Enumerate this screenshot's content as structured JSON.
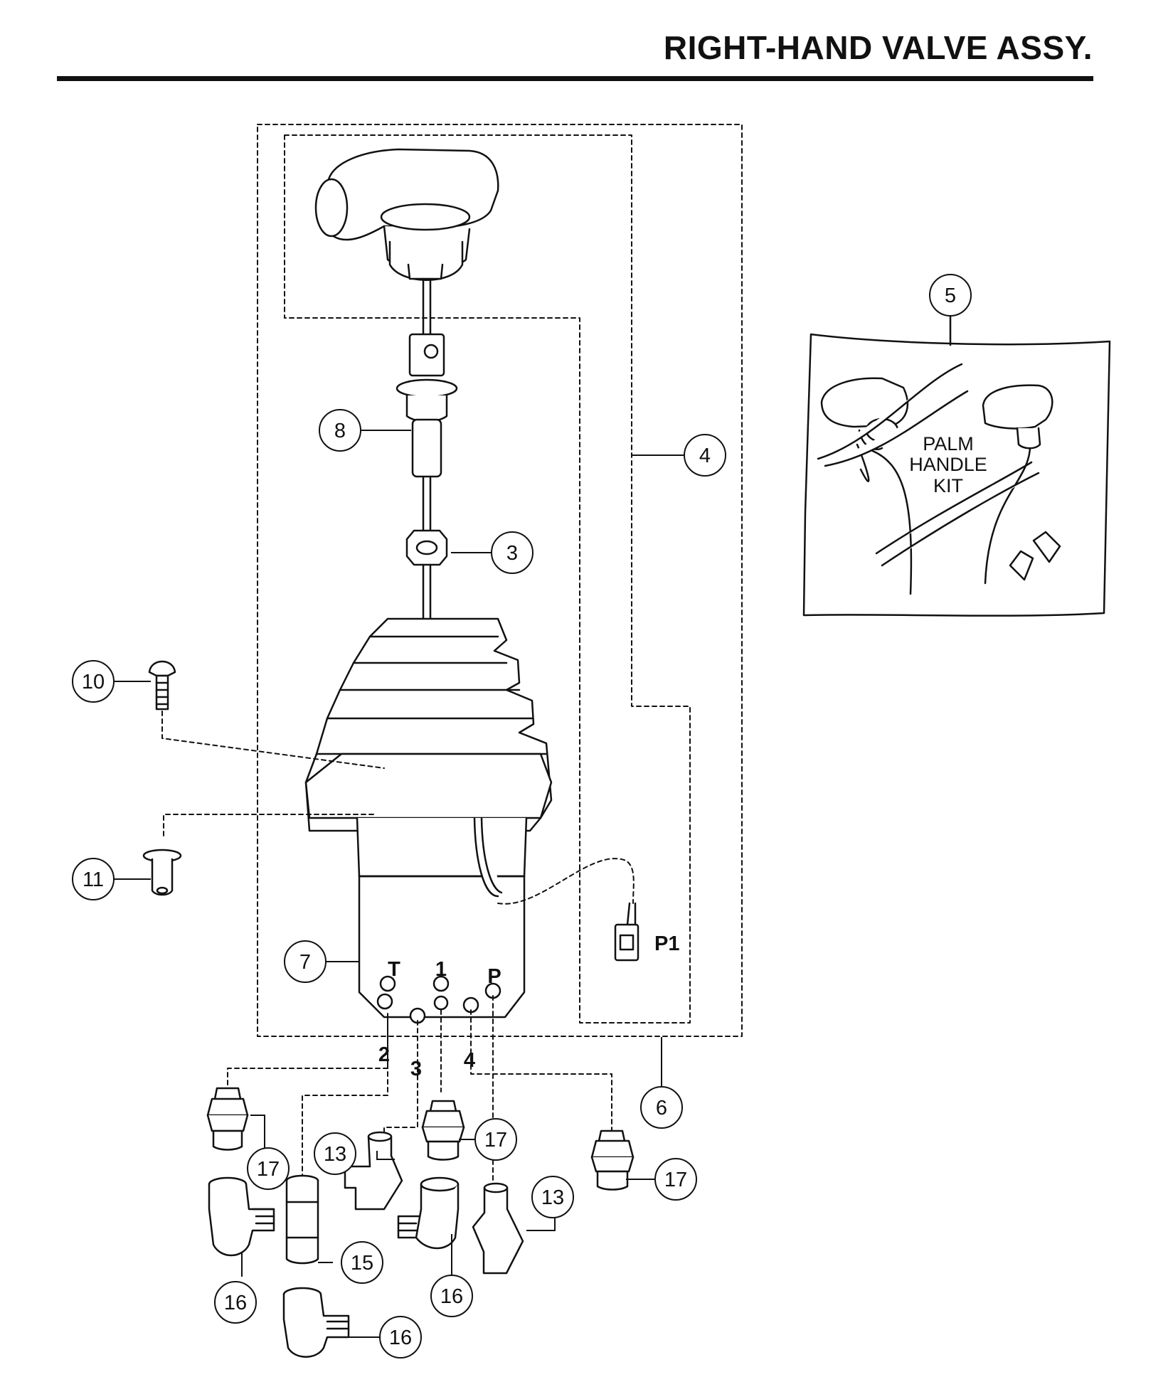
{
  "title": "RIGHT-HAND VALVE ASSY.",
  "callouts": {
    "c3": "3",
    "c4": "4",
    "c5": "5",
    "c6": "6",
    "c7": "7",
    "c8": "8",
    "c10": "10",
    "c11": "11",
    "c13a": "13",
    "c13b": "13",
    "c15": "15",
    "c16a": "16",
    "c16b": "16",
    "c16c": "16",
    "c17a": "17",
    "c17b": "17",
    "c17c": "17"
  },
  "port_labels": {
    "t": "T",
    "one": "1",
    "p": "P",
    "two": "2",
    "three": "3",
    "four": "4"
  },
  "connector_label": "P1",
  "kit_label": {
    "line1": "PALM",
    "line2": "HANDLE",
    "line3": "KIT"
  }
}
